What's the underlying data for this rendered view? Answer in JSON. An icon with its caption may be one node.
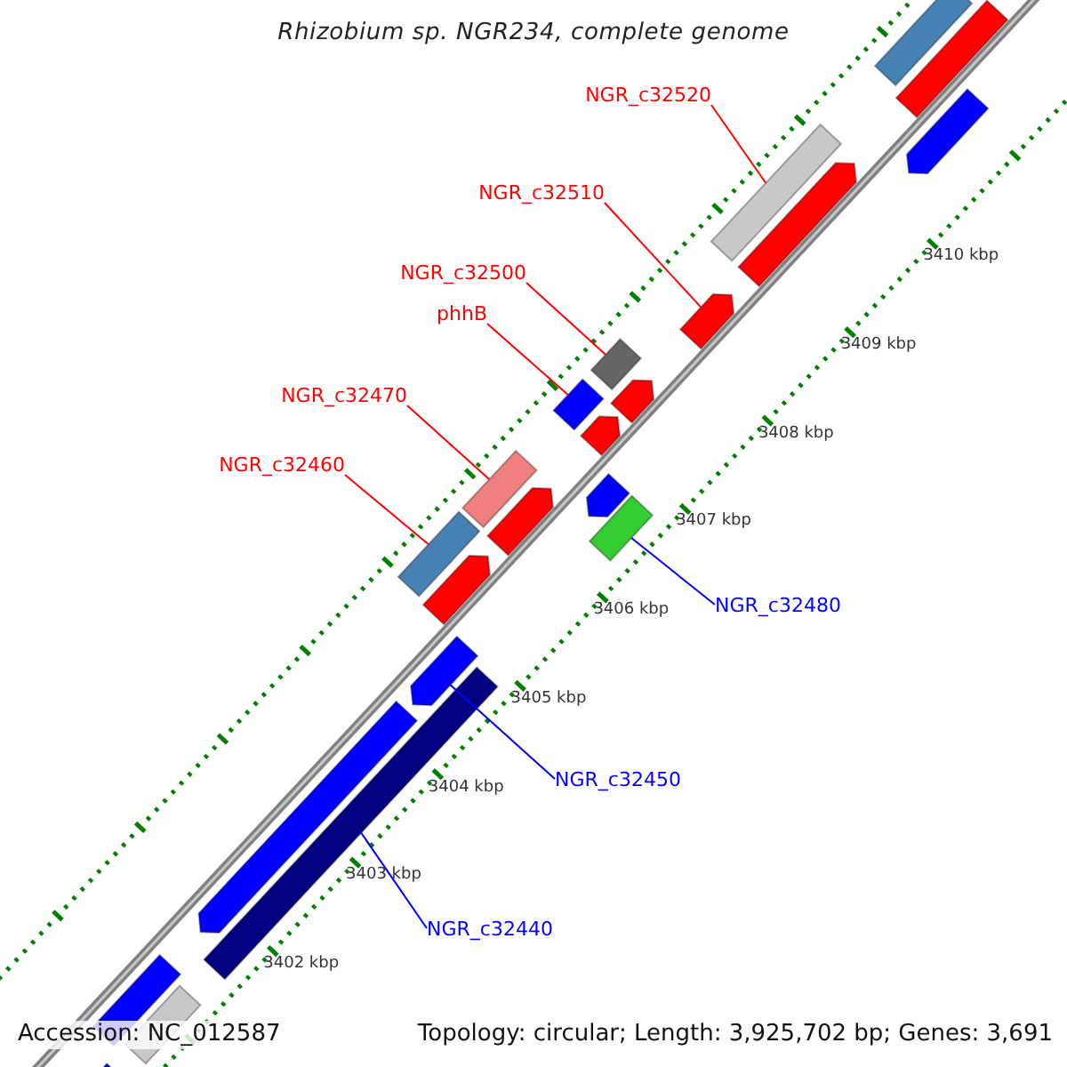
{
  "diagram": {
    "title": "Rhizobium sp. NGR234, complete genome",
    "nodes": [
      {
        "text": [
          "NGR_c32520"
        ]
      },
      {
        "text": [],
        "shape": "bar"
      },
      {
        "text": [
          "NGR_c32510"
        ]
      },
      {
        "text": [],
        "shape": "pentagon"
      },
      {
        "text": [
          "NGR_c32500"
        ]
      },
      {
        "text": [],
        "shape": "bar"
      },
      {
        "text": [
          "phhB"
        ]
      },
      {
        "text": [],
        "shape": "bar"
      },
      {
        "text": [
          "NGR_c32470"
        ]
      },
      {
        "text": [],
        "shape": "bar"
      },
      {
        "text": [
          "NGR_c32460"
        ]
      },
      {
        "text": [],
        "shape": "bar"
      },
      {
        "text": [
          "NGR_c32480"
        ]
      },
      {
        "text": [],
        "shape": "bar"
      },
      {
        "text": [
          "NGR_c32450"
        ]
      },
      {
        "text": [],
        "shape": "pentagon"
      },
      {
        "text": [
          "NGR_c32440"
        ]
      },
      {
        "text": [],
        "shape": "bar"
      },
      {
        "text": [],
        "shape": "pentagon"
      },
      {
        "text": [],
        "shape": "bar"
      },
      {
        "text": [],
        "shape": "bar"
      },
      {
        "text": [],
        "shape": "pentagon"
      },
      {
        "text": [],
        "shape": "pentagon"
      },
      {
        "text": [],
        "shape": "pentagon"
      },
      {
        "text": [],
        "shape": "pentagon"
      },
      {
        "text": [],
        "shape": "pentagon"
      },
      {
        "text": [],
        "shape": "pentagon"
      },
      {
        "text": [],
        "shape": "pentagon"
      },
      {
        "text": [],
        "shape": "bar"
      },
      {
        "text": [],
        "shape": "bar"
      },
      {
        "text": [],
        "shape": "bar"
      }
    ],
    "edges": [
      {
        "from": 0,
        "to": 1,
        "arrow": "none"
      },
      {
        "from": 2,
        "to": 3,
        "arrow": "none"
      },
      {
        "from": 4,
        "to": 5,
        "arrow": "none"
      },
      {
        "from": 6,
        "to": 7,
        "arrow": "none"
      },
      {
        "from": 8,
        "to": 9,
        "arrow": "none"
      },
      {
        "from": 10,
        "to": 11,
        "arrow": "none"
      },
      {
        "from": 12,
        "to": 13,
        "arrow": "none",
        "color": "#0000ff"
      },
      {
        "from": 14,
        "to": 15,
        "arrow": "none",
        "color": "#0000ff"
      },
      {
        "from": 16,
        "to": 17,
        "arrow": "none",
        "color": "#0000ff"
      }
    ],
    "labels": [
      "3410 kbp",
      "3409 kbp",
      "3408 kbp",
      "3407 kbp",
      "3406 kbp",
      "3405 kbp",
      "3404 kbp",
      "3403 kbp",
      "3402 kbp",
      "Accession: NC_012587",
      "Topology: circular; Length: 3,925,702 bp; Genes: 3,691"
    ]
  }
}
